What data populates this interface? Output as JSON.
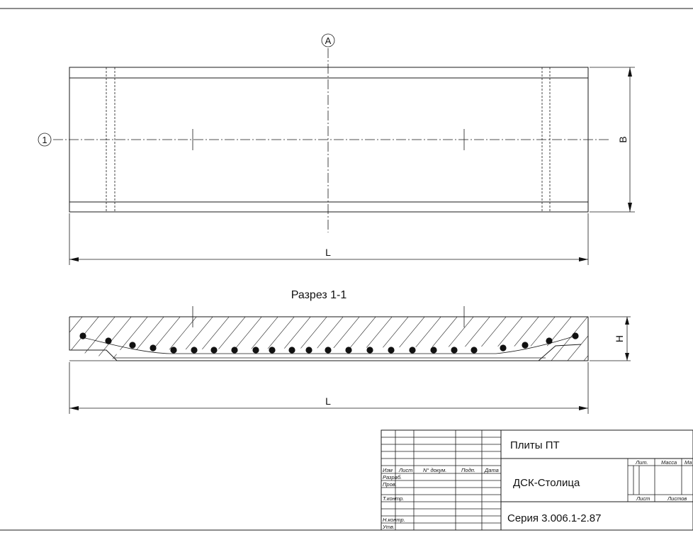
{
  "labels": {
    "axis_a": "A",
    "axis_1": "1",
    "dim_b": "B",
    "dim_l_plan": "L",
    "section_title": "Разрез 1-1",
    "dim_h": "H",
    "dim_l_section": "L"
  },
  "title_block": {
    "col_izm": "Изм",
    "col_list": "Лист",
    "col_ndoc": "N° докум.",
    "col_podp": "Подп.",
    "col_data": "Дата",
    "row_razrab": "Разраб.",
    "row_prov": "Пров.",
    "row_tkontr": "Т.контр.",
    "row_nkontr": "Н.контр.",
    "row_utv": "Утв.",
    "product": "Плиты ПТ",
    "organization": "ДСК-Столица",
    "series": "Серия 3.006.1-2.87",
    "lit": "Лит.",
    "massa": "Масса",
    "masshtab": "Ма",
    "list": "Лист",
    "listov": "Листов"
  }
}
